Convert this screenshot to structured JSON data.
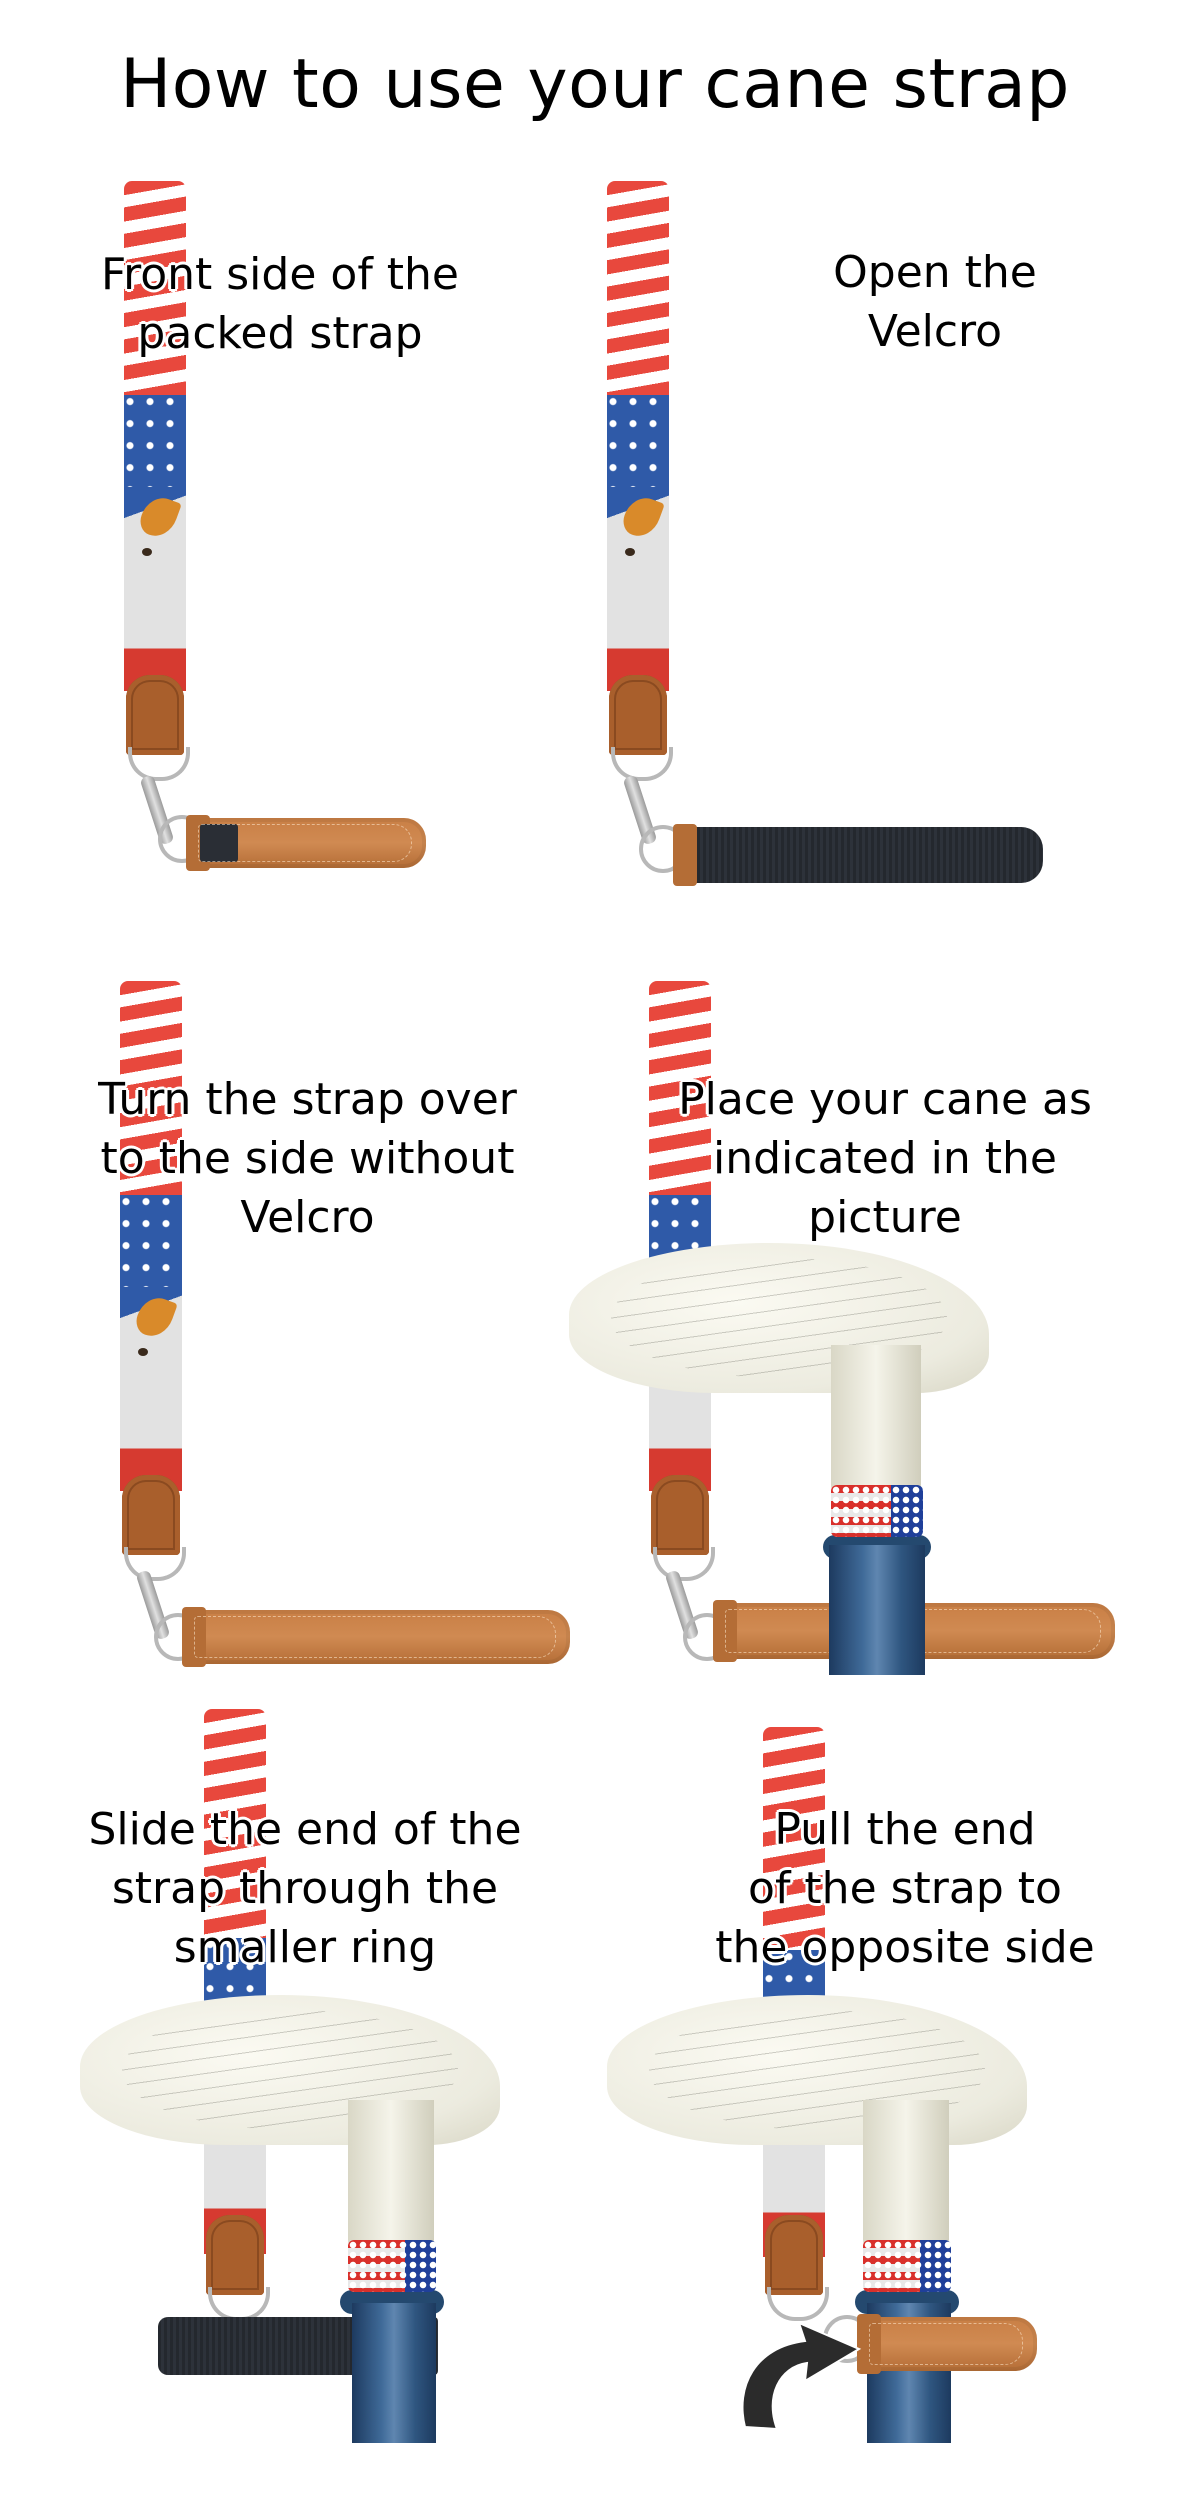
{
  "title": "How to use your cane strap",
  "steps": [
    {
      "caption_lines": [
        "Front side of the",
        "packed strap"
      ],
      "band": "leather-with-velcro-tab",
      "has_cane": false
    },
    {
      "caption_lines": [
        "Open the",
        "Velcro"
      ],
      "band": "velcro",
      "has_cane": false
    },
    {
      "caption_lines": [
        "Turn the strap over",
        "to the side without",
        "Velcro"
      ],
      "band": "leather",
      "has_cane": false
    },
    {
      "caption_lines": [
        "Place your cane as",
        "indicated in the",
        "picture"
      ],
      "band": "leather",
      "has_cane": true
    },
    {
      "caption_lines": [
        "Slide the end of the",
        "strap through the",
        "smaller ring"
      ],
      "band": "velcro",
      "has_cane": true
    },
    {
      "caption_lines": [
        "Pull the end",
        "of the strap to",
        "the opposite side"
      ],
      "band": "leather",
      "has_cane": true,
      "has_arrow": true
    }
  ],
  "colors": {
    "stripe_red": "#e8483d",
    "flag_blue": "#2f5aa8",
    "leather": "#c97f45",
    "leather_tab": "#a95f2c",
    "velcro": "#2a2e35",
    "cane_handle": "#f3f2e8",
    "cane_shaft": "#3f6a98",
    "arrow": "#2b2b2b"
  }
}
